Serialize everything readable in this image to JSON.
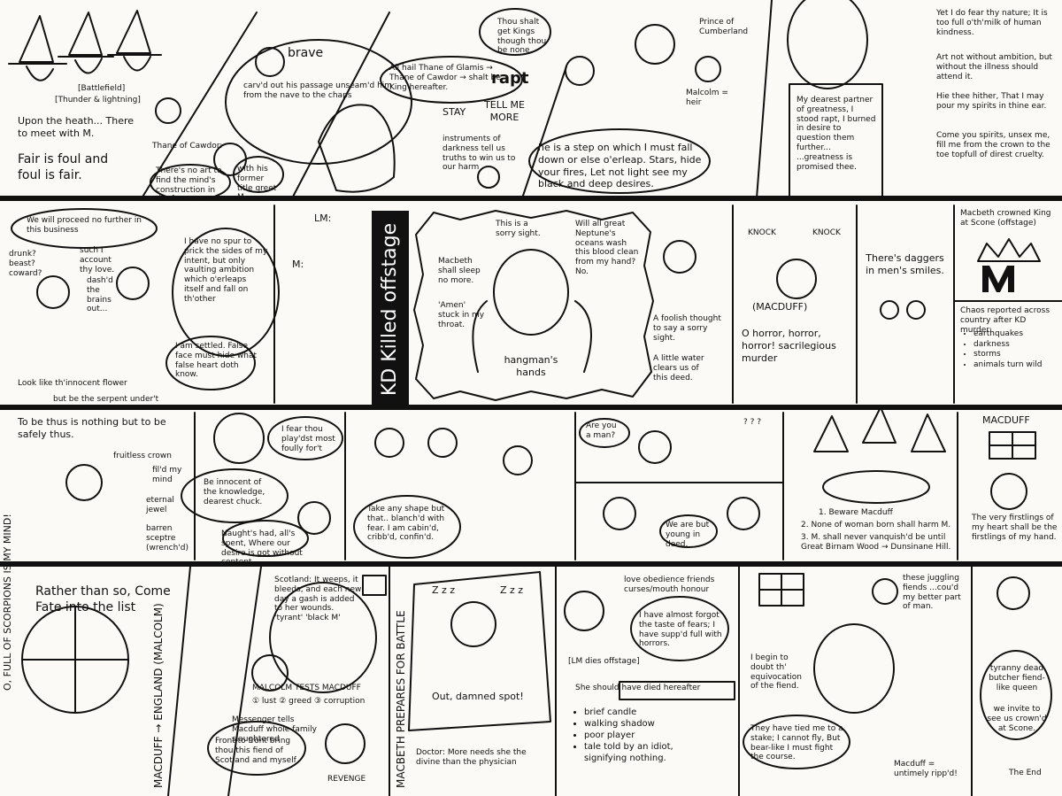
{
  "panels": {
    "p1": {
      "setting": "[Battlefield]",
      "weather": "[Thunder & lightning]",
      "heath": "Upon the heath... There to meet with M.",
      "motto": "Fair is foul and foul is fair."
    },
    "p2": {
      "brave": "brave",
      "carved": "carv'd out his passage unseam'd him from the nave to the chaps",
      "thane": "Thane of Cawdor:",
      "no_art": "There's no art to find the mind's construction in the face",
      "with_title": "with his former title greet M."
    },
    "p3": {
      "thou_shalt": "Thou shalt get Kings though thou be none.",
      "all_hail": "All hail Thane of Glamis → Thane of Cawdor → shalt be King hereafter.",
      "rapt": "rapt",
      "stay": "STAY",
      "tell_more": "TELL ME MORE",
      "instruments": "instruments of darkness tell us truths to win us to our harm"
    },
    "p4": {
      "prince": "Prince of Cumberland",
      "malcolm": "Malcolm = heir",
      "step": "he is a step on which I must fall down or else o'erleap. Stars, hide your fires, Let not light see my black and deep desires."
    },
    "p5": {
      "fear": "Yet I do fear thy nature; It is too full o'th'milk of human kindness.",
      "ambition": "Art not without ambition, but without the illness should attend it.",
      "hie": "Hie thee hither, That I may pour my spirits in thine ear.",
      "spirits": "Come you spirits, unsex me, fill me from the crown to the toe topfull of direst cruelty.",
      "letter": "My dearest partner of greatness, I stood rapt, I burned in desire to question them further... ...greatness is promised thee."
    },
    "p6": {
      "proceed": "We will proceed no further in this business",
      "drunk": "drunk? beast? coward?",
      "account": "such I account thy love.",
      "dashed": "dash'd the brains out...",
      "no_spur": "I have no spur to prick the sides of my intent, but only vaulting ambition which o'erleaps itself and fall on th'other",
      "settled": "I am settled. False face must hide what false heart doth know.",
      "flower": "Look like th'innocent flower",
      "serpent": "but be the serpent under't"
    },
    "p7": {
      "lm": "LM:",
      "m": "M:",
      "kd": "KD Killed offstage"
    },
    "p8": {
      "sorry": "This is a sorry sight.",
      "neptune": "Will all great Neptune's oceans wash this blood clean from my hand? No.",
      "sleep": "Macbeth shall sleep no more.",
      "amen": "'Amen' stuck in my throat.",
      "hangman": "hangman's hands",
      "foolish": "A foolish thought to say a sorry sight.",
      "water": "A little water clears us of this deed."
    },
    "p9": {
      "knock1": "KNOCK",
      "knock2": "KNOCK",
      "macduff": "(MACDUFF)",
      "horror": "O horror, horror, horror! sacrilegious murder"
    },
    "p10": {
      "daggers": "There's daggers in men's smiles."
    },
    "p11": {
      "crowned": "Macbeth crowned King at Scone (offstage)",
      "m": "M",
      "chaos": "Chaos reported across country after KD murder:",
      "items": [
        "earthquakes",
        "darkness",
        "storms",
        "animals turn wild"
      ]
    },
    "p12": {
      "thus": "To be thus is nothing but to be safely thus.",
      "scorpions": "O, FULL OF SCORPIONS IS MY MIND!",
      "crown": "fruitless crown",
      "mind": "fil'd my mind",
      "jewel": "eternal jewel",
      "sceptre": "barren sceptre (wrench'd)",
      "fate": "Rather than so, Come Fate into the list"
    },
    "p13": {
      "foully": "I fear thou play'dst most foully for't",
      "innocent": "Be innocent of the knowledge, dearest chuck.",
      "naught": "Naught's had, all's spent, Where our desire is got without content."
    },
    "p14": {
      "shape": "Take any shape but that.. blanch'd with fear. I am cabin'd, cribb'd, confin'd."
    },
    "p15": {
      "man": "Are you a man?",
      "qmarks": "? ? ?",
      "young": "We are but young in deed."
    },
    "p16": {
      "beware": "1. Beware Macduff",
      "woman": "2. None of woman born shall harm M.",
      "vanquish": "3. M. shall never vanquish'd be until Great Birnam Wood → Dunsinane Hill."
    },
    "p17": {
      "macduff": "MACDUFF",
      "firstlings": "The very firstlings of my heart shall be the firstlings of my hand."
    },
    "p18": {
      "arrow": "MACDUFF → ENGLAND (MALCOLM)",
      "scotland": "Scotland: It weeps, it bleeds, and each new day a gash is added to her wounds. 'tyrant' 'black M'",
      "tests": "MALCOLM TESTS MACDUFF",
      "vices": "① lust ② greed ③ corruption",
      "messenger": "Messenger tells Macduff whole family slaughtered",
      "front": "Front to front bring thou this fiend of Scotland and myself",
      "revenge": "REVENGE"
    },
    "p19": {
      "prepares": "MACBETH PREPARES FOR BATTLE",
      "z1": "Z z z",
      "z2": "Z z z",
      "spot": "Out, damned spot!",
      "doctor": "Doctor: More needs she the divine than the physician"
    },
    "p20": {
      "crossed": "love obedience friends curses/mouth honour",
      "forgot": "I have almost forgot the taste of fears; I have supp'd full with horrors.",
      "lm_dies": "[LM dies offstage]",
      "hereafter": "She should have died hereafter",
      "items": [
        "brief candle",
        "walking shadow",
        "poor player",
        "tale told by an idiot, signifying nothing."
      ]
    },
    "p21": {
      "juggling": "these juggling fiends ...cou'd my better part of man.",
      "doubt": "I begin to doubt th' equivocation of the fiend.",
      "stake": "They have tied me to a stake; I cannot fly, But bear-like I must fight the course.",
      "ripp": "Macduff = untimely ripp'd!"
    },
    "p22": {
      "tyranny": "tyranny dead butcher fiend-like queen",
      "invite": "we invite to see us crown'd at Scone.",
      "end": "The End"
    }
  }
}
